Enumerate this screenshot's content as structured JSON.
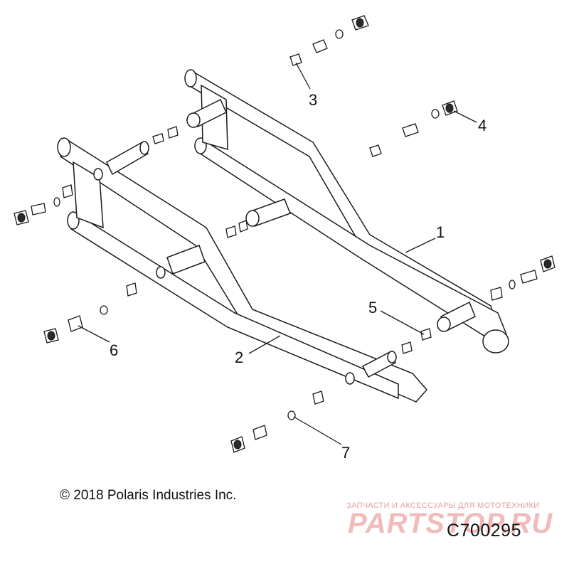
{
  "callouts": [
    {
      "id": "1",
      "label": "1"
    },
    {
      "id": "2",
      "label": "2"
    },
    {
      "id": "3",
      "label": "3"
    },
    {
      "id": "4",
      "label": "4"
    },
    {
      "id": "5",
      "label": "5"
    },
    {
      "id": "6",
      "label": "6"
    },
    {
      "id": "7",
      "label": "7"
    }
  ],
  "copyright": "© 2018 Polaris Industries Inc.",
  "diagram_code": "C700295",
  "watermark": {
    "tagline": "ЗАПЧАСТИ И АКСЕССУАРЫ ДЛЯ МОТОТЕХНИКИ",
    "logo": "PARTSTOP.RU"
  }
}
